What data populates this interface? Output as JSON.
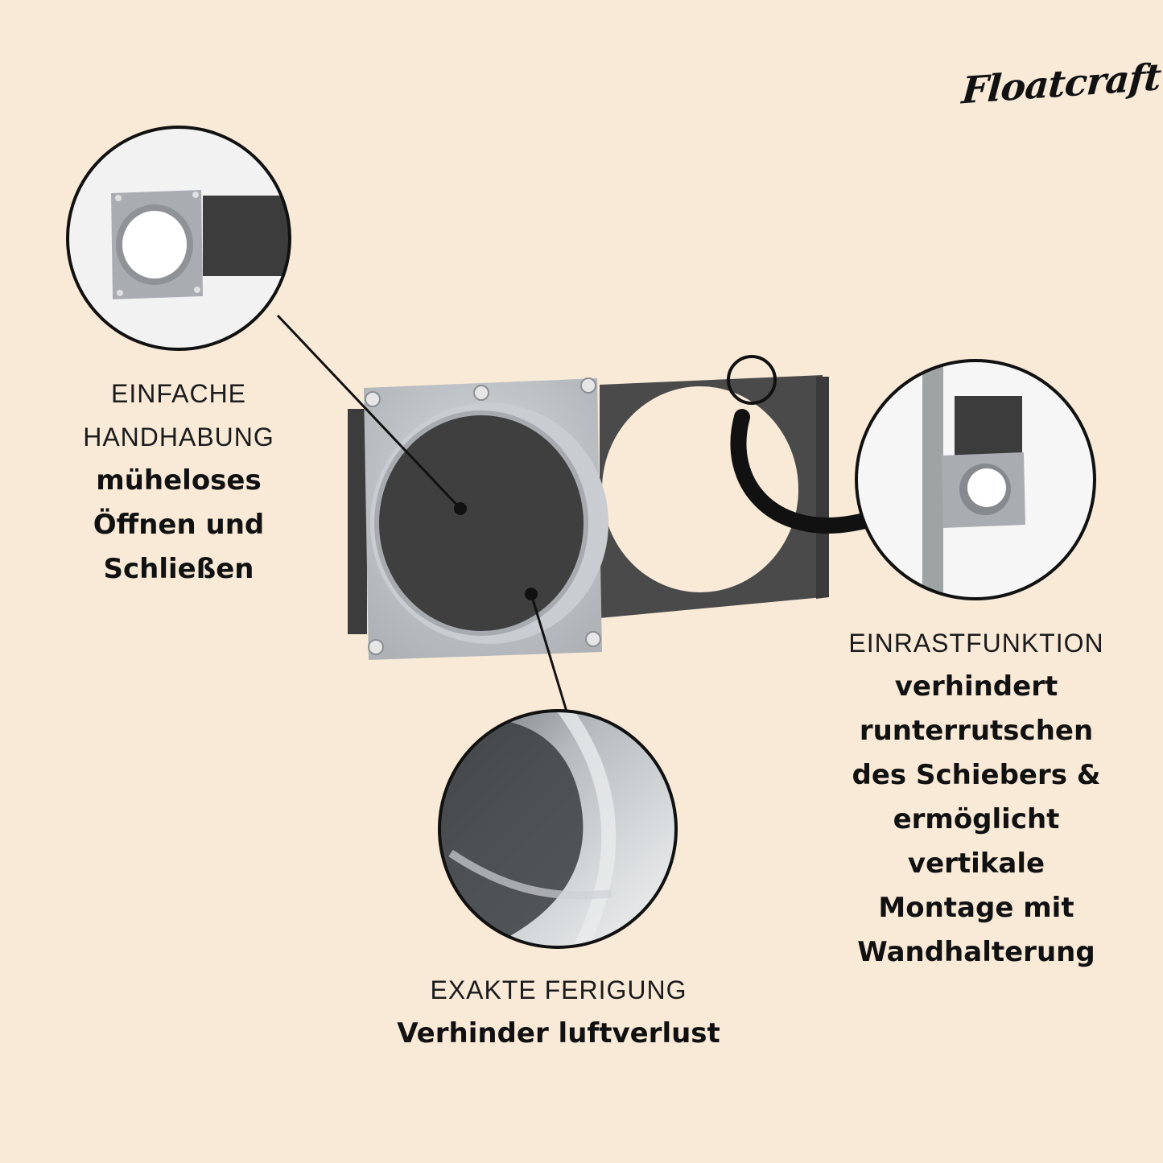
{
  "brand": {
    "logo_text": "Floatcraft"
  },
  "callouts": {
    "handling": {
      "heading_lines": [
        "EINFACHE",
        "HANDHABUNG"
      ],
      "detail_lines": [
        "müheloses",
        "Öffnen und",
        "Schließen"
      ]
    },
    "snap": {
      "heading": "EINRASTFUNKTION",
      "detail_lines": [
        "verhindert",
        "runterrutschen",
        "des Schiebers &",
        "ermöglicht",
        "vertikale",
        "Montage mit",
        "Wandhalterung"
      ]
    },
    "precision": {
      "heading": "EXAKTE FERIGUNG",
      "detail": "Verhinder luftverlust"
    }
  },
  "colors": {
    "background": "#f9ead8",
    "gate_gray": "#b8bcc0",
    "slider_dark": "#4a4a4a",
    "outline": "#111111"
  }
}
